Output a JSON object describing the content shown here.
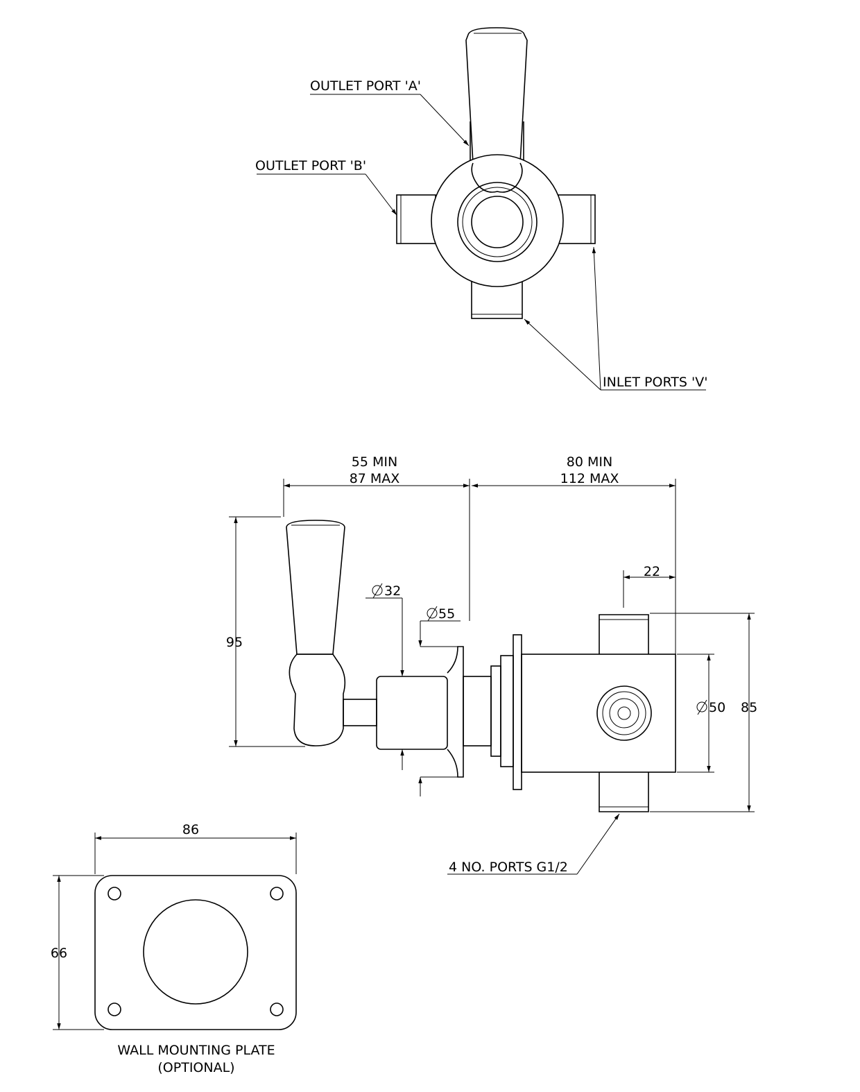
{
  "top_view": {
    "outlet_a": "OUTLET PORT 'A'",
    "outlet_b": "OUTLET PORT 'B'",
    "inlet_ports": "INLET PORTS 'V'"
  },
  "side_view": {
    "dim_handle_depth_min": "55 MIN",
    "dim_handle_depth_max": "87 MAX",
    "dim_body_depth_min": "80 MIN",
    "dim_body_depth_max": "112 MAX",
    "dim_height": "95",
    "dim_port_width": "22",
    "dim_dia_32": "32",
    "dim_dia_55": "55",
    "dim_dia_50": "50",
    "dim_overall_height": "85",
    "ports_note": "4 NO. PORTS G1/2"
  },
  "plate": {
    "width": "86",
    "height": "66",
    "title_line1": "WALL MOUNTING PLATE",
    "title_line2": "(OPTIONAL)"
  }
}
